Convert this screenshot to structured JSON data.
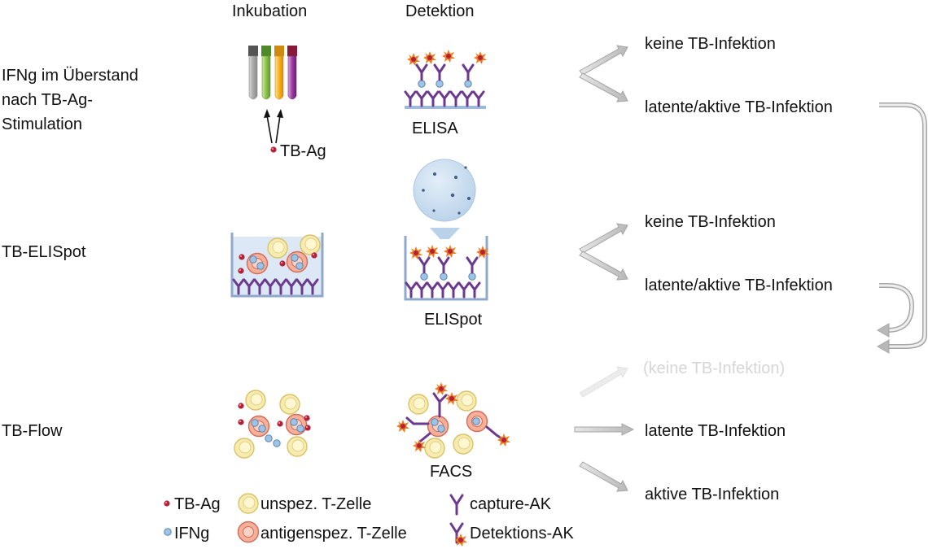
{
  "headers": {
    "incubation": "Inkubation",
    "detection": "Detektion"
  },
  "rows": {
    "ifng": {
      "label_lines": [
        "IFNg im Überstand",
        "nach TB-Ag-",
        "Stimulation"
      ]
    },
    "elispot": {
      "label": "TB-ELISpot"
    },
    "flow": {
      "label": "TB-Flow"
    }
  },
  "methods": {
    "elisa": "ELISA",
    "elispot": "ELISpot",
    "facs": "FACS"
  },
  "tb_ag_label": "TB-Ag",
  "outcomes": {
    "ifng_neg": "keine TB-Infektion",
    "ifng_pos": "latente/aktive TB-Infektion",
    "elispot_neg": "keine TB-Infektion",
    "elispot_pos": "latente/aktive TB-Infektion",
    "flow_neg": "(keine TB-Infektion)",
    "flow_latent": "latente TB-Infektion",
    "flow_active": "aktive TB-Infektion"
  },
  "legend": {
    "tb_ag": "TB-Ag",
    "ifng": "IFNg",
    "unspec": "unspez. T-Zelle",
    "antigen": "antigenspez. T-Zelle",
    "capture": "capture-AK",
    "detection": "Detektions-AK"
  },
  "colors": {
    "purple": "#6b3a8e",
    "ifng_blue": "#9fc3e6",
    "tbag_red": "#b2203a",
    "unspec_fill": "#f8ebb0",
    "antigen_fill": "#f4b09a",
    "burst": "#f07b1e",
    "arrow_gray": "#b0b0b0"
  }
}
